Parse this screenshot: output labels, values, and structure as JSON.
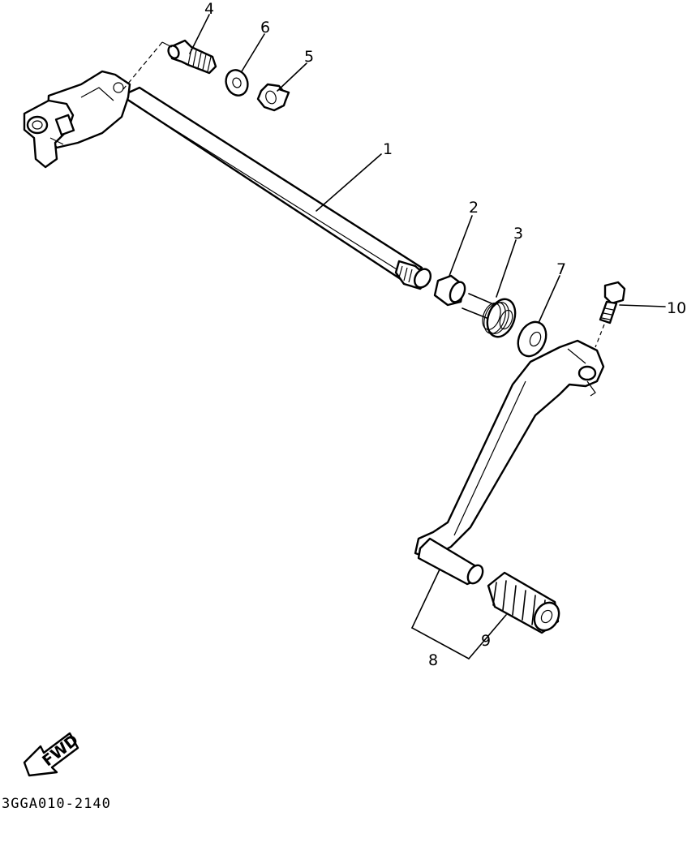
{
  "diagram": {
    "callouts": [
      {
        "id": "part-1",
        "label": "1"
      },
      {
        "id": "part-2",
        "label": "2"
      },
      {
        "id": "part-3",
        "label": "3"
      },
      {
        "id": "part-4",
        "label": "4"
      },
      {
        "id": "part-5",
        "label": "5"
      },
      {
        "id": "part-6",
        "label": "6"
      },
      {
        "id": "part-7",
        "label": "7"
      },
      {
        "id": "part-8",
        "label": "8"
      },
      {
        "id": "part-9",
        "label": "9"
      },
      {
        "id": "part-10",
        "label": "10"
      }
    ],
    "fwd_arrow_label": "FWD",
    "drawing_code": "3GGA010-2140"
  }
}
